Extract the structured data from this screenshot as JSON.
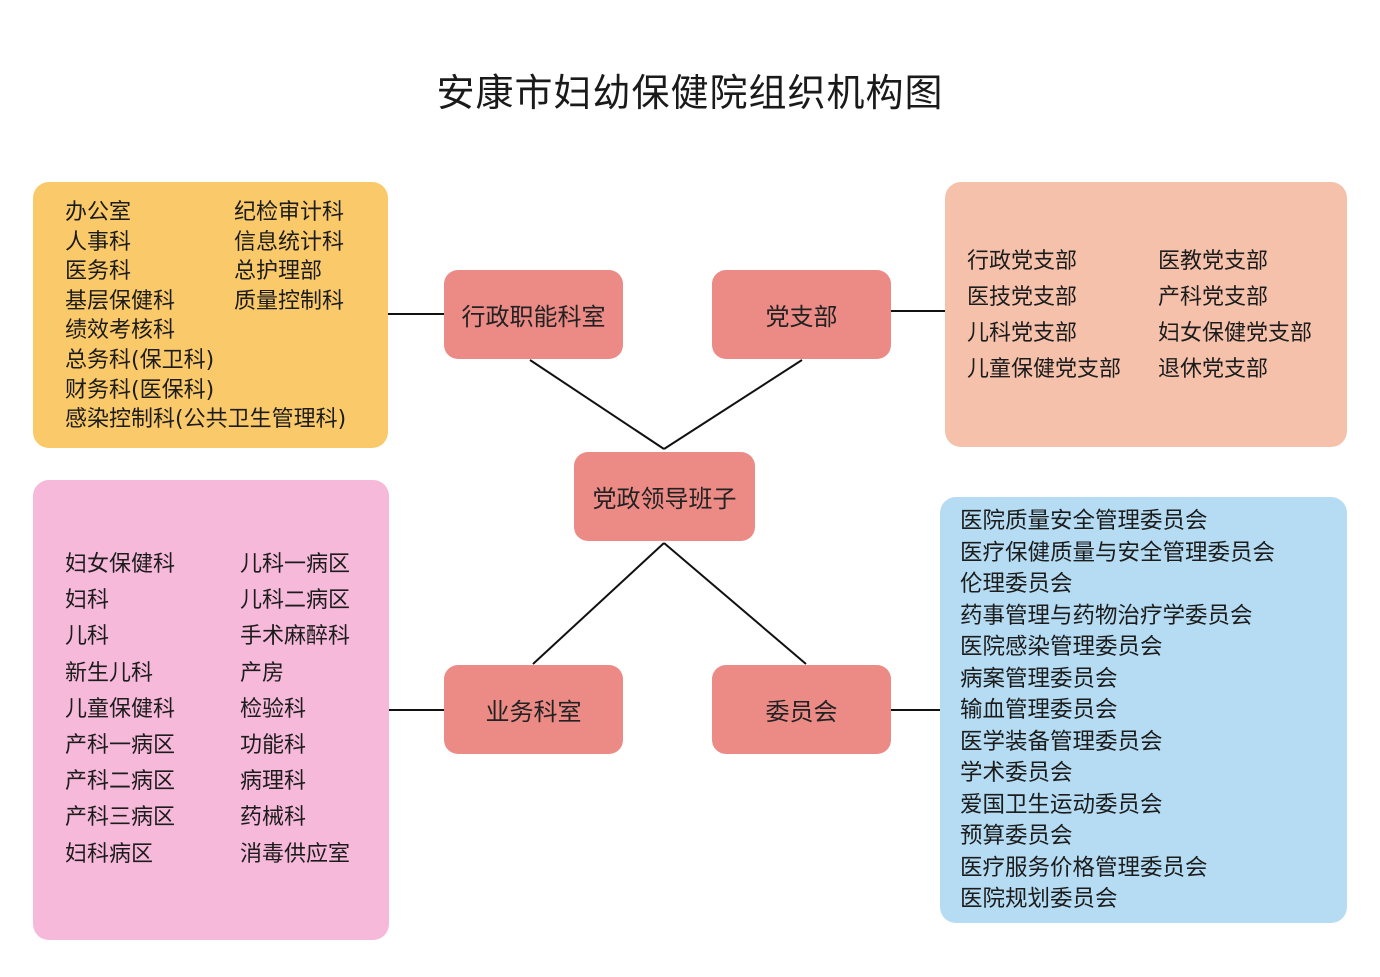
{
  "title": "安康市妇幼保健院组织机构图",
  "center": {
    "label": "党政领导班子"
  },
  "nodes": {
    "admin": "行政职能科室",
    "party": "党支部",
    "business": "业务科室",
    "committee": "委员会"
  },
  "admin_departments": {
    "col1": [
      "办公室",
      "人事科",
      "医务科",
      "基层保健科",
      "绩效考核科",
      "总务科(保卫科)",
      "财务科(医保科)",
      "感染控制科(公共卫生管理科)"
    ],
    "col2": [
      "纪检审计科",
      "信息统计科",
      "总护理部",
      "质量控制科"
    ]
  },
  "party_branches": {
    "col1": [
      "行政党支部",
      "医技党支部",
      "儿科党支部",
      "儿童保健党支部"
    ],
    "col2": [
      "医教党支部",
      "产科党支部",
      "妇女保健党支部",
      "退休党支部"
    ]
  },
  "business_departments": {
    "col1": [
      "妇女保健科",
      "妇科",
      "儿科",
      "新生儿科",
      "儿童保健科",
      "产科一病区",
      "产科二病区",
      "产科三病区",
      "妇科病区"
    ],
    "col2": [
      "儿科一病区",
      "儿科二病区",
      "手术麻醉科",
      "产房",
      "检验科",
      "功能科",
      "病理科",
      "药械科",
      "消毒供应室"
    ]
  },
  "committees": [
    "医院质量安全管理委员会",
    "医疗保健质量与安全管理委员会",
    "伦理委员会",
    "药事管理与药物治疗学委员会",
    "医院感染管理委员会",
    "病案管理委员会",
    "输血管理委员会",
    "医学装备管理委员会",
    "学术委员会",
    "爱国卫生运动委员会",
    "预算委员会",
    "医疗服务价格管理委员会",
    "医院规划委员会"
  ],
  "colors": {
    "node": "#ec8b86",
    "admin_panel": "#fac96a",
    "party_panel": "#f5c1ab",
    "business_panel": "#f6b9da",
    "committee_panel": "#b5dcf3"
  }
}
